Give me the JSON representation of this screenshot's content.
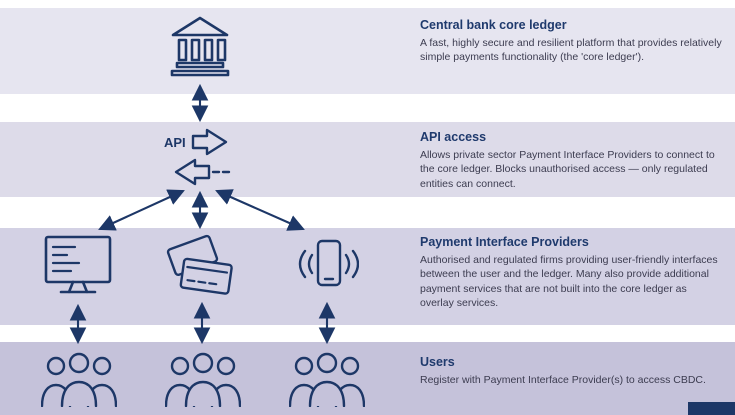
{
  "accent": "#1d3767",
  "api_label": "API",
  "bands": [
    {
      "id": "central-bank-core-ledger",
      "icons": [
        "bank-icon"
      ],
      "title": "Central bank core ledger",
      "description": "A fast, highly secure and resilient platform that provides relatively simple payments functionality (the 'core ledger')."
    },
    {
      "id": "api-access",
      "icons": [
        "api-icon"
      ],
      "title": "API access",
      "description": "Allows private sector Payment Interface Providers to connect to the core ledger. Blocks unauthorised access — only regulated entities can connect."
    },
    {
      "id": "payment-interface-providers",
      "icons": [
        "computer-icon",
        "cards-icon",
        "phone-icon"
      ],
      "title": "Payment Interface Providers",
      "description": "Authorised and regulated firms providing user-friendly interfaces between the user and the ledger. Many also provide additional payment services that are not built into the core ledger as overlay services."
    },
    {
      "id": "users",
      "icons": [
        "users-icon",
        "users-icon",
        "users-icon"
      ],
      "title": "Users",
      "description": "Register with Payment Interface Provider(s) to access CBDC."
    }
  ]
}
